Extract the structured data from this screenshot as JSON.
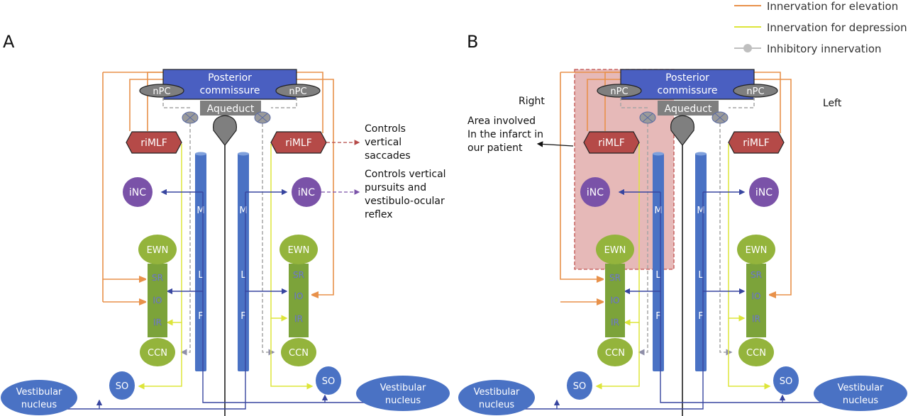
{
  "legend": {
    "items": [
      {
        "label": "Innervation for elevation",
        "color": "#e8914a",
        "kind": "line"
      },
      {
        "label": "Innervation for depression",
        "color": "#dde53a",
        "kind": "line"
      },
      {
        "label": "Inhibitory innervation",
        "color": "#bfbfbf",
        "kind": "dot-line"
      }
    ]
  },
  "colors": {
    "elevation": "#e8914a",
    "depression": "#dde53a",
    "inhibitory": "#a6a6a6",
    "blue_node": "#4a72c4",
    "mlf": "#4a72c4",
    "riMLF": "#b54a48",
    "iNC": "#7a52a8",
    "green": "#94b43c",
    "green_dark": "#7ca33a",
    "gray_node": "#7f7f7f",
    "infarct_fill": "#e6b9b8",
    "infarct_border": "#c0504d",
    "pathway_blue": "#4050a8"
  },
  "panels": [
    {
      "id": "A",
      "label": "A",
      "posterior_commissure": [
        "Posterior",
        "commissure"
      ],
      "aqueduct": "Aqueduct",
      "nPC_left": "nPC",
      "nPC_right": "nPC",
      "riMLF_left": "riMLF",
      "riMLF_right": "riMLF",
      "iNC_left": "iNC",
      "iNC_right": "iNC",
      "mlf_letters": [
        "M",
        "L",
        "F"
      ],
      "EWN": "EWN",
      "muscles": [
        "SR",
        "IO",
        "IR"
      ],
      "CCN": "CCN",
      "SO": "SO",
      "vestibular": [
        "Vestibular",
        "nucleus"
      ],
      "annotations": {
        "saccades": [
          "Controls",
          "vertical",
          "saccades"
        ],
        "pursuits": [
          "Controls vertical",
          "pursuits and",
          "vestibulo-ocular",
          "reflex"
        ]
      }
    },
    {
      "id": "B",
      "label": "B",
      "posterior_commissure": [
        "Posterior",
        "commissure"
      ],
      "aqueduct": "Aqueduct",
      "nPC_left": "nPC",
      "nPC_right": "nPC",
      "riMLF_left": "riMLF",
      "riMLF_right": "riMLF",
      "iNC_left": "iNC",
      "iNC_right": "iNC",
      "mlf_letters": [
        "M",
        "L",
        "F"
      ],
      "EWN": "EWN",
      "muscles": [
        "SR",
        "IO",
        "IR"
      ],
      "CCN": "CCN",
      "SO": "SO",
      "vestibular": [
        "Vestibular",
        "nucleus"
      ],
      "side_right": "Right",
      "side_left": "Left",
      "infarct_annotation": [
        "Area involved",
        "In the infarct in",
        "our patient"
      ]
    }
  ]
}
